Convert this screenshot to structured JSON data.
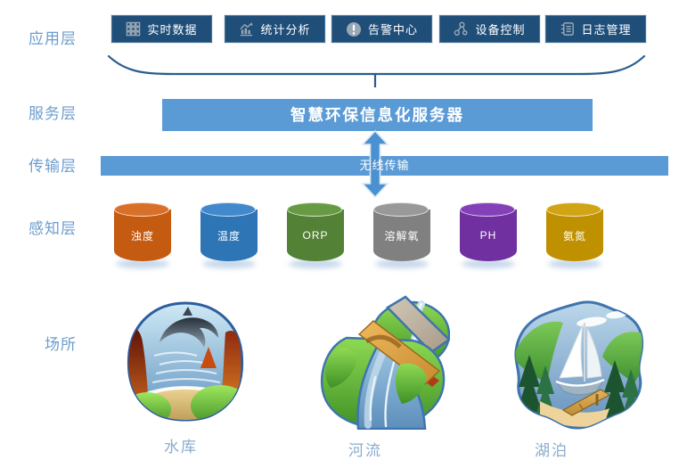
{
  "layer_labels": {
    "application": "应用层",
    "service": "服务层",
    "transmission": "传输层",
    "perception": "感知层",
    "sites": "场所"
  },
  "application": {
    "button_color": "#1f4e79",
    "apps": [
      {
        "label": "实时数据",
        "icon": "grid-icon"
      },
      {
        "label": "统计分析",
        "icon": "chart-icon"
      },
      {
        "label": "告警中心",
        "icon": "alert-icon"
      },
      {
        "label": "设备控制",
        "icon": "nodes-icon"
      },
      {
        "label": "日志管理",
        "icon": "log-icon"
      }
    ]
  },
  "service": {
    "server_label": "智慧环保信息化服务器",
    "bar_color": "#5b9bd5"
  },
  "transmission": {
    "bar_label": "无线传输",
    "bar_color": "#5b9bd5",
    "arrow_color": "#4b90d0"
  },
  "perception": {
    "sensors": [
      {
        "label": "浊度",
        "color": "#c55a11",
        "top": "#d9702a"
      },
      {
        "label": "温度",
        "color": "#2e75b6",
        "top": "#4189cc"
      },
      {
        "label": "ORP",
        "color": "#538135",
        "top": "#669b44"
      },
      {
        "label": "溶解氧",
        "color": "#808080",
        "top": "#999999"
      },
      {
        "label": "PH",
        "color": "#7030a0",
        "top": "#8440b8"
      },
      {
        "label": "氨氮",
        "color": "#bf9000",
        "top": "#d0a414"
      }
    ]
  },
  "sites": {
    "items": [
      {
        "label": "水库",
        "icon": "reservoir-illustration"
      },
      {
        "label": "河流",
        "icon": "river-illustration"
      },
      {
        "label": "湖泊",
        "icon": "lake-illustration"
      }
    ]
  }
}
